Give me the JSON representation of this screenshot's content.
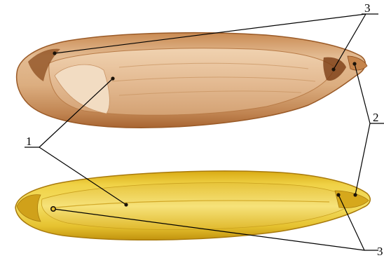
{
  "colors": {
    "background": "#ffffff",
    "hulled_grain_light": "#e9c9a3",
    "hulled_grain_mid": "#d9a877",
    "hulled_grain_dark": "#b9773f",
    "hulled_grain_edge": "#8a4a1c",
    "dehulled_grain_light": "#f3dc57",
    "dehulled_grain_mid": "#e2bb22",
    "dehulled_grain_dark": "#b88a0e",
    "leader_line": "#000000"
  },
  "labels": {
    "one": "1",
    "two": "2",
    "three_top": "3",
    "three_bottom": "3"
  }
}
